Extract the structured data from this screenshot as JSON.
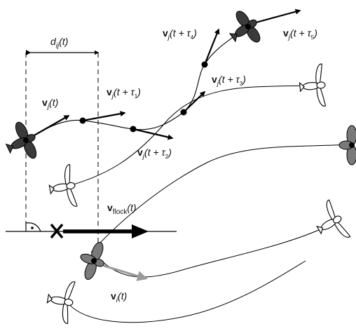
{
  "labels": {
    "distance": {
      "base": "d",
      "sub": "ij",
      "arg": "(t)"
    },
    "vj_t": {
      "v": "v",
      "sub": "j",
      "arg": "(t)"
    },
    "vj_t1": {
      "v": "v",
      "sub": "j",
      "pre": "(t + τ",
      "tsub": "1",
      "post": ")"
    },
    "vj_t2": {
      "v": "v",
      "sub": "j",
      "pre": "(t + τ",
      "tsub": "2",
      "post": ")"
    },
    "vj_t3": {
      "v": "v",
      "sub": "j",
      "pre": "(t + τ",
      "tsub": "3",
      "post": ")"
    },
    "vj_t4": {
      "v": "v",
      "sub": "j",
      "pre": "(t + τ",
      "tsub": "4",
      "post": ")"
    },
    "vj_t5": {
      "v": "v",
      "sub": "j",
      "pre": "(t + τ",
      "tsub": "5",
      "post": ")"
    },
    "vflock": {
      "v": "v",
      "sub": "flock",
      "arg": "(t)"
    },
    "vi_t": {
      "v": "v",
      "sub": "i",
      "arg": "(t)"
    }
  },
  "colors": {
    "leader_bird": "#3a3a3a",
    "follower_bird": "#7a7a7a",
    "white_bird": "#ffffff",
    "line": "#000000",
    "follower_arrow": "#9a9a9a"
  },
  "icons": {
    "perpendicular_marker": "right-angle-with-dot",
    "projection_marker": "cross"
  }
}
